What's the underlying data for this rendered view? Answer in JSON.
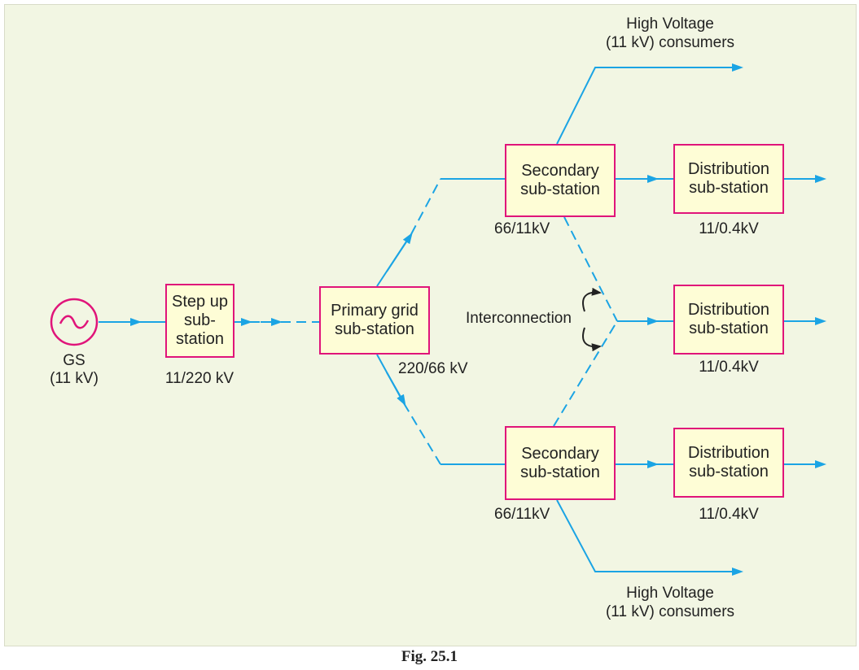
{
  "generator": {
    "symbol": "~",
    "name": "GS",
    "rating": "(11 kV)"
  },
  "step_up": {
    "lines": [
      "Step up",
      "sub-",
      "station"
    ],
    "voltage": "11/220 kV"
  },
  "primary": {
    "lines": [
      "Primary grid",
      "sub-station"
    ],
    "voltage": "220/66 kV"
  },
  "secondary_top": {
    "lines": [
      "Secondary",
      "sub-station"
    ],
    "voltage": "66/11kV"
  },
  "secondary_bottom": {
    "lines": [
      "Secondary",
      "sub-station"
    ],
    "voltage": "66/11kV"
  },
  "distribution": [
    {
      "lines": [
        "Distribution",
        "sub-station"
      ],
      "voltage": "11/0.4kV"
    },
    {
      "lines": [
        "Distribution",
        "sub-station"
      ],
      "voltage": "11/0.4kV"
    },
    {
      "lines": [
        "Distribution",
        "sub-station"
      ],
      "voltage": "11/0.4kV"
    }
  ],
  "hv_top": [
    "High Voltage",
    "(11 kV) consumers"
  ],
  "hv_bottom": [
    "High Voltage",
    "(11 kV) consumers"
  ],
  "interconnection": "Interconnection",
  "caption": "Fig. 25.1",
  "colors": {
    "line": "#1ba4e4",
    "box_border": "#e0147a",
    "box_fill": "#fefdd6",
    "background": "#f2f6e3",
    "curve_arrow": "#222222"
  }
}
